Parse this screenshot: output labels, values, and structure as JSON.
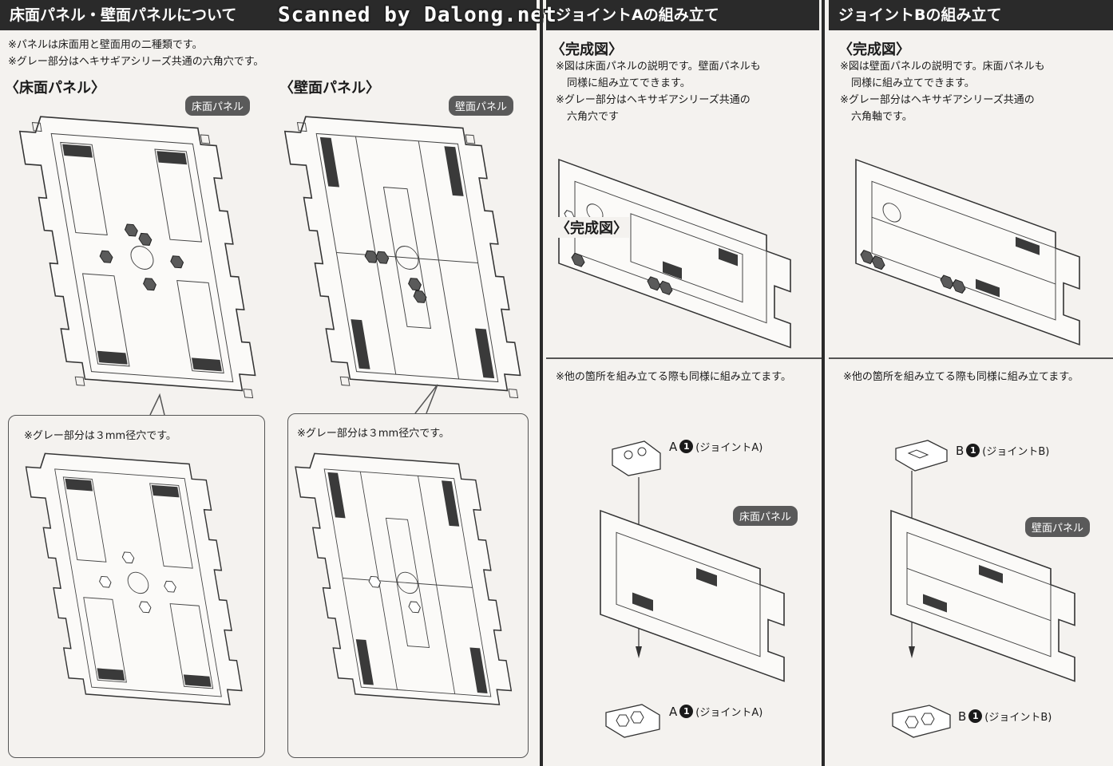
{
  "section1": {
    "title": "床面パネル・壁面パネルについて",
    "notes": [
      "※パネルは床面用と壁面用の二種類です。",
      "※グレー部分はヘキサギアシリーズ共通の六角穴です。"
    ],
    "floor_heading": "〈床面パネル〉",
    "wall_heading": "〈壁面パネル〉",
    "floor_badge": "床面パネル",
    "wall_badge": "壁面パネル",
    "floor_callout_note": "※グレー部分は３mm径穴です。",
    "wall_callout_note": "※グレー部分は３mm径穴です。"
  },
  "watermark": "Scanned by Dalong.net",
  "jointA": {
    "title": "ジョイントAの組み立て",
    "complete_heading": "〈完成図〉",
    "notes": [
      "※図は床面パネルの説明です。壁面パネルも",
      "同様に組み立てできます。",
      "※グレー部分はヘキサギアシリーズ共通の",
      "六角穴です"
    ],
    "inset_heading": "〈完成図〉",
    "other_note": "※他の箇所を組み立てる際も同様に組み立てます。",
    "badge": "床面パネル",
    "part_top": {
      "letter": "A",
      "num": "1",
      "name": "(ジョイントA)"
    },
    "part_bottom": {
      "letter": "A",
      "num": "1",
      "name": "(ジョイントA)"
    }
  },
  "jointB": {
    "title": "ジョイントBの組み立て",
    "complete_heading": "〈完成図〉",
    "notes": [
      "※図は壁面パネルの説明です。床面パネルも",
      "同様に組み立てできます。",
      "※グレー部分はヘキサギアシリーズ共通の",
      "六角軸です。"
    ],
    "other_note": "※他の箇所を組み立てる際も同様に組み立てます。",
    "badge": "壁面パネル",
    "part_top": {
      "letter": "B",
      "num": "1",
      "name": "(ジョイントB)"
    },
    "part_bottom": {
      "letter": "B",
      "num": "1",
      "name": "(ジョイントB)"
    }
  }
}
